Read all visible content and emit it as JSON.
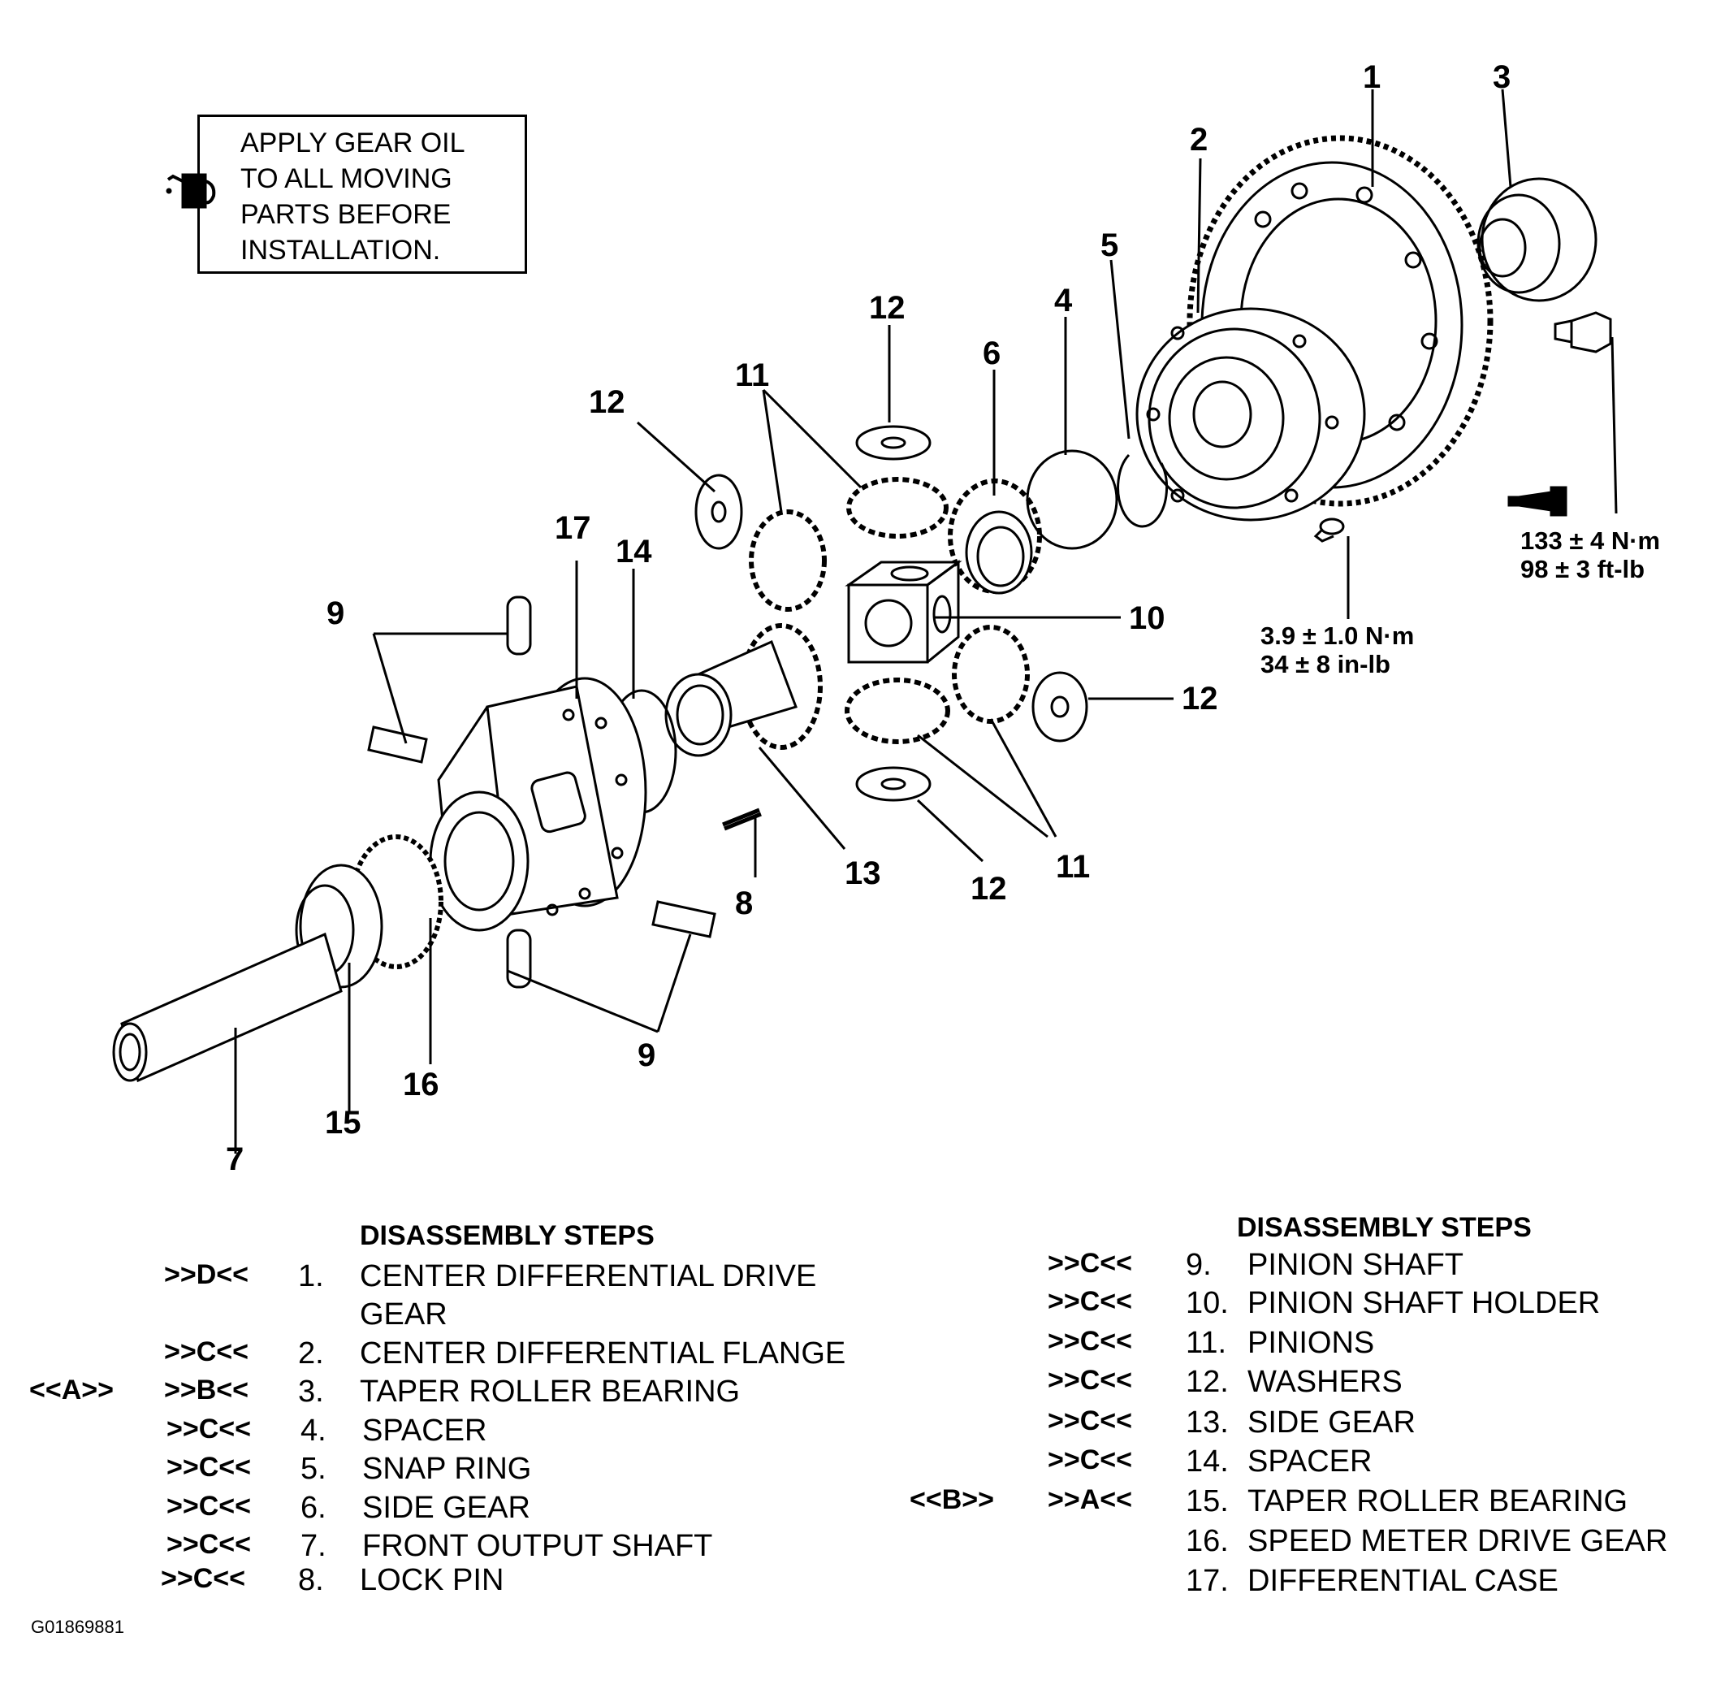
{
  "note": {
    "lines": [
      "APPLY GEAR OIL",
      "TO ALL MOVING",
      "PARTS BEFORE",
      "INSTALLATION."
    ],
    "icon": "oil-can-icon"
  },
  "torques": {
    "bolt": [
      "133 ± 4 N·m",
      "98 ± 3 ft-lb"
    ],
    "plug": [
      "3.9 ± 1.0 N·m",
      "34 ± 8 in-lb"
    ]
  },
  "callouts": {
    "c1": "1",
    "c2": "2",
    "c3": "3",
    "c4": "4",
    "c5": "5",
    "c6": "6",
    "c7": "7",
    "c8": "8",
    "c9a": "9",
    "c9b": "9",
    "c10": "10",
    "c11a": "11",
    "c11b": "11",
    "c12a": "12",
    "c12b": "12",
    "c12c": "12",
    "c12d": "12",
    "c13": "13",
    "c14": "14",
    "c15": "15",
    "c16": "16",
    "c17": "17"
  },
  "steps_left": {
    "heading": "DISASSEMBLY STEPS",
    "rows": [
      {
        "pre": "",
        "code": ">>D<<",
        "num": "1.",
        "text": "CENTER DIFFERENTIAL DRIVE",
        "text2": "GEAR"
      },
      {
        "pre": "",
        "code": ">>C<<",
        "num": "2.",
        "text": "CENTER DIFFERENTIAL FLANGE"
      },
      {
        "pre": "<<A>>",
        "code": ">>B<<",
        "num": "3.",
        "text": "TAPER ROLLER BEARING"
      },
      {
        "pre": "",
        "code": ">>C<<",
        "num": "4.",
        "text": "SPACER"
      },
      {
        "pre": "",
        "code": ">>C<<",
        "num": "5.",
        "text": "SNAP RING"
      },
      {
        "pre": "",
        "code": ">>C<<",
        "num": "6.",
        "text": "SIDE GEAR"
      },
      {
        "pre": "",
        "code": ">>C<<",
        "num": "7.",
        "text": "FRONT OUTPUT SHAFT"
      },
      {
        "pre": "",
        "code": ">>C<<",
        "num": "8.",
        "text": "LOCK PIN"
      }
    ]
  },
  "steps_right": {
    "heading": "DISASSEMBLY STEPS",
    "rows": [
      {
        "pre": "",
        "code": ">>C<<",
        "num": "9.",
        "text": "PINION SHAFT"
      },
      {
        "pre": "",
        "code": ">>C<<",
        "num": "10.",
        "text": "PINION SHAFT HOLDER"
      },
      {
        "pre": "",
        "code": ">>C<<",
        "num": "11.",
        "text": "PINIONS"
      },
      {
        "pre": "",
        "code": ">>C<<",
        "num": "12.",
        "text": "WASHERS"
      },
      {
        "pre": "",
        "code": ">>C<<",
        "num": "13.",
        "text": "SIDE GEAR"
      },
      {
        "pre": "",
        "code": ">>C<<",
        "num": "14.",
        "text": "SPACER"
      },
      {
        "pre": "<<B>>",
        "code": ">>A<<",
        "num": "15.",
        "text": "TAPER ROLLER BEARING"
      },
      {
        "pre": "",
        "code": "",
        "num": "16.",
        "text": "SPEED METER DRIVE GEAR"
      },
      {
        "pre": "",
        "code": "",
        "num": "17.",
        "text": "DIFFERENTIAL CASE"
      }
    ]
  },
  "figure_id": "G01869881"
}
